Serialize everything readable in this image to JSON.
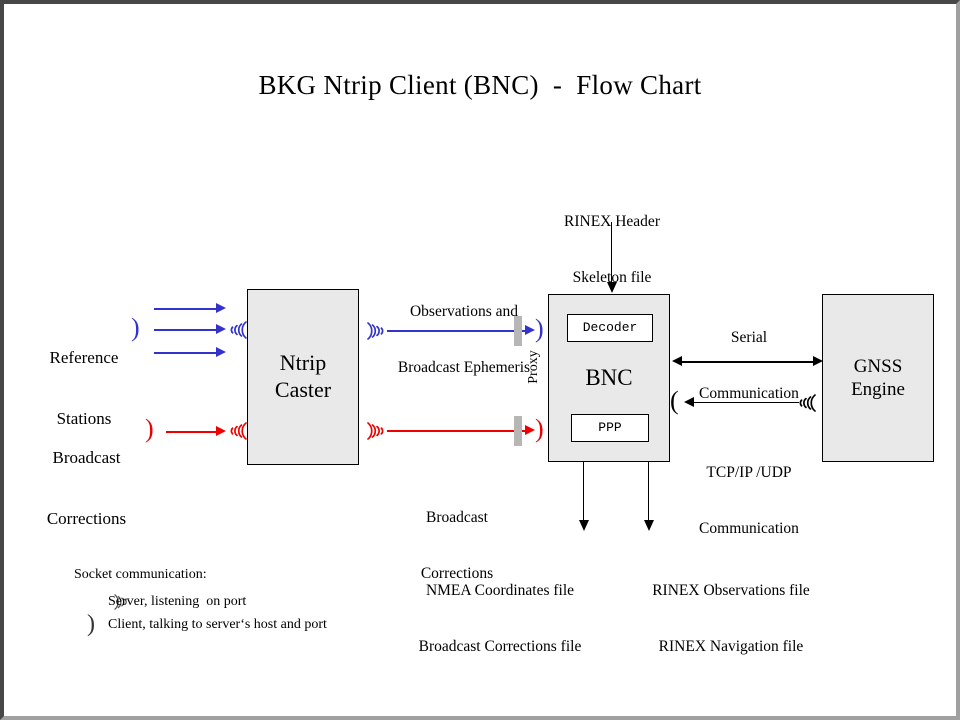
{
  "page": {
    "title": "BKG Ntrip Client (BNC)  -  Flow Chart"
  },
  "colors": {
    "blue": "#3333cc",
    "red": "#ee0000",
    "black": "#000000",
    "box_fill": "#e9e9e9",
    "proxy_gray": "#b6b6b6",
    "frame_dark": "#474747",
    "frame_light": "#a0a0a0"
  },
  "nodes": {
    "reference_stations": {
      "line1": "Reference",
      "line2": "Stations"
    },
    "broadcast_corrections_src": {
      "line1": "Broadcast",
      "line2": "Corrections"
    },
    "ntrip_caster": {
      "line1": "Ntrip",
      "line2": "Caster"
    },
    "bnc": {
      "label": "BNC",
      "decoder": "Decoder",
      "ppp": "PPP"
    },
    "gnss_engine": {
      "line1": "GNSS",
      "line2": "Engine"
    }
  },
  "flows": {
    "observations": {
      "line1": "Observations and",
      "line2": "Broadcast Ephemeris"
    },
    "broadcast_corrections": {
      "line1": "Broadcast",
      "line2": "Corrections"
    },
    "rinex_header": {
      "line1": "RINEX Header",
      "line2": "Skeleton file"
    },
    "serial": {
      "line1": "Serial",
      "line2": "Communication"
    },
    "tcpip": {
      "line1": "TCP/IP /UDP",
      "line2": "Communication"
    },
    "proxy": {
      "label": "Proxy"
    }
  },
  "outputs": {
    "left": {
      "line1": "NMEA Coordinates file",
      "line2": "Broadcast Corrections file"
    },
    "right": {
      "line1": "RINEX Observations file",
      "line2": "RINEX Navigation file"
    }
  },
  "legend": {
    "title": "Socket communication:",
    "items": [
      {
        "symbol": "server-antenna-icon",
        "label": "Server, listening  on port"
      },
      {
        "symbol": "client-paren-icon",
        "label": "Client, talking to server‘s host and port"
      }
    ]
  }
}
